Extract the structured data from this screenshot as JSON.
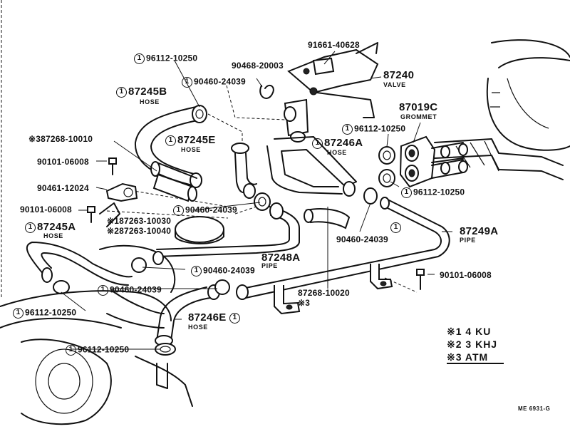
{
  "parts": {
    "p91661_40628": "91661-40628",
    "p87240": "87240",
    "valve_sub": "VALVE",
    "p96112_10250_a": "96112-10250",
    "p90468_20003": "90468-20003",
    "p87245b": "87245B",
    "hose_sub_a": "HOSE",
    "p90460_24039_a": "90460-24039",
    "p87019c": "87019C",
    "grommet_sub": "GROMMET",
    "p96112_10250_b": "96112-10250",
    "p87268_10010": "87268-10010",
    "p87245e": "87245E",
    "hose_sub_b": "HOSE",
    "p87246a": "87246A",
    "hose_sub_c": "HOSE",
    "p90101_06008_a": "90101-06008",
    "p90461_12024": "90461-12024",
    "p96112_10250_c": "96112-10250",
    "p90101_06008_b": "90101-06008",
    "p90460_24039_b": "90460-24039",
    "p87263_10030": "87263-10030",
    "p87263_10040": "87263-10040",
    "p87245a": "87245A",
    "hose_sub_d": "HOSE",
    "p90460_24039_c": "90460-24039",
    "p87249a": "87249A",
    "pipe_sub_a": "PIPE",
    "p87248a": "87248A",
    "pipe_sub_b": "PIPE",
    "p90460_24039_d": "90460-24039",
    "p90101_06008_c": "90101-06008",
    "p90460_24039_e": "90460-24039",
    "p87268_10020": "87268-10020",
    "p96112_10250_d": "96112-10250",
    "p87246e": "87246E",
    "hose_sub_e": "HOSE",
    "p96112_10250_e": "96112-10250"
  },
  "markers": {
    "circle_one": "1",
    "note_3": "※3",
    "note_1": "※1",
    "note_2": "※2",
    "note_3_bottom": "※3"
  },
  "legend": {
    "line1": "※1 4 KU",
    "line2": "※2 3 KHJ",
    "line3": "※3 ATM"
  },
  "footer": {
    "code": "ME 6931-G"
  },
  "colors": {
    "ink": "#111111",
    "paper": "#ffffff"
  }
}
